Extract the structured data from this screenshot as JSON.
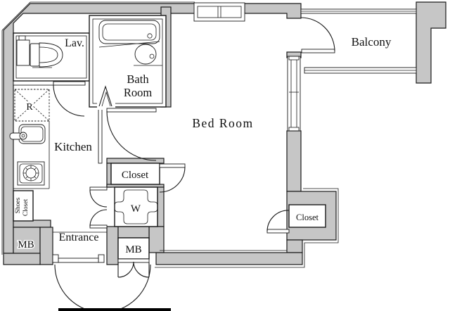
{
  "plan": {
    "type": "apartment-floor-plan",
    "rooms": {
      "lav": "Lav.",
      "bath_line1": "Bath",
      "bath_line2": "Room",
      "bedroom": "Bed Room",
      "balcony": "Balcony",
      "kitchen": "Kitchen",
      "closet_mid": "Closet",
      "closet_right": "Closet",
      "washer": "W",
      "entrance": "Entrance",
      "mb_left": "MB",
      "mb_bottom": "MB",
      "shoes_line1": "Shoes",
      "shoes_line2": "Closet",
      "fridge": "R"
    },
    "colors": {
      "wall": "#c6c6c6",
      "line": "#1a1a1a",
      "bg": "#ffffff"
    }
  }
}
